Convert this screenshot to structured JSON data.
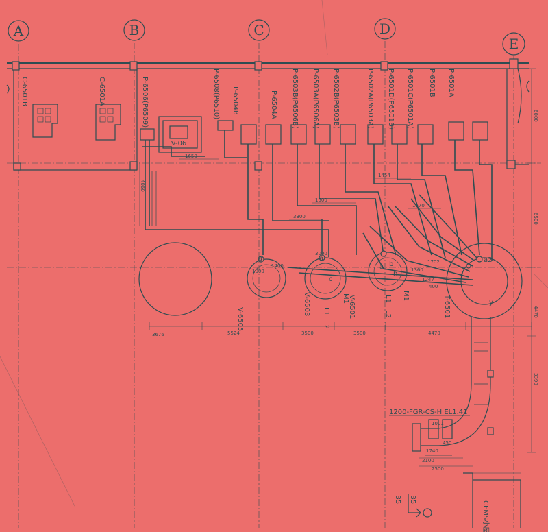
{
  "grid": [
    "A",
    "B",
    "C",
    "D",
    "E"
  ],
  "top_labels": [
    "C-6501B",
    "C-6501A",
    "P-6506(P6509)",
    "P-6508(P6510)",
    "P-6504B",
    "P-6504A",
    "P-6503B(P6506B)",
    "P-6503A(P6506A)",
    "P-6502B(P6503B)",
    "P-6502A(P6503A)",
    "P-6501D(P6501B)",
    "P-6501C(P6501A)",
    "P-6501B",
    "P-6501A"
  ],
  "vessels": {
    "v06": "V-06",
    "v6505": "V-6505",
    "v6503": "V-6503",
    "v6501": "V-6501",
    "t6501": "T-6501"
  },
  "nozzles": {
    "m1": "M1",
    "l1": "L1",
    "l2": "L2",
    "a": "a",
    "b": "b",
    "c": "c",
    "h": "h",
    "l": "l",
    "y": "y",
    "a2": "a2",
    "f": "f"
  },
  "dimensions": {
    "bottom": [
      "3676",
      "5524",
      "3500",
      "3500",
      "4470"
    ],
    "right": [
      "6000",
      "6500",
      "4470",
      "3390"
    ],
    "left": [
      "4060"
    ],
    "dim_1650": "1650",
    "dim_1500": "1500",
    "dim_3300": "3300",
    "dim_1454": "1454",
    "dim_1570": "1570",
    "dim_1000": "1000",
    "dim_1400": "1400",
    "dim_3000": "3000",
    "dim_2100": "2100",
    "dim_1740": "1740",
    "dim_2500": "2500",
    "dim_450": "450",
    "dim_1001": "1001",
    "dim_1702": "1702",
    "dim_1360": "1360",
    "dim_1247": "1247",
    "dim_400": "400"
  },
  "duct_label": "1200-FGR-CS-H EL1.41",
  "cems_box": "CEMS小屋",
  "section_marks": [
    "B5",
    "B5"
  ],
  "colors": {
    "paper": "#ec6e6c",
    "ink": "#2f4d52"
  }
}
